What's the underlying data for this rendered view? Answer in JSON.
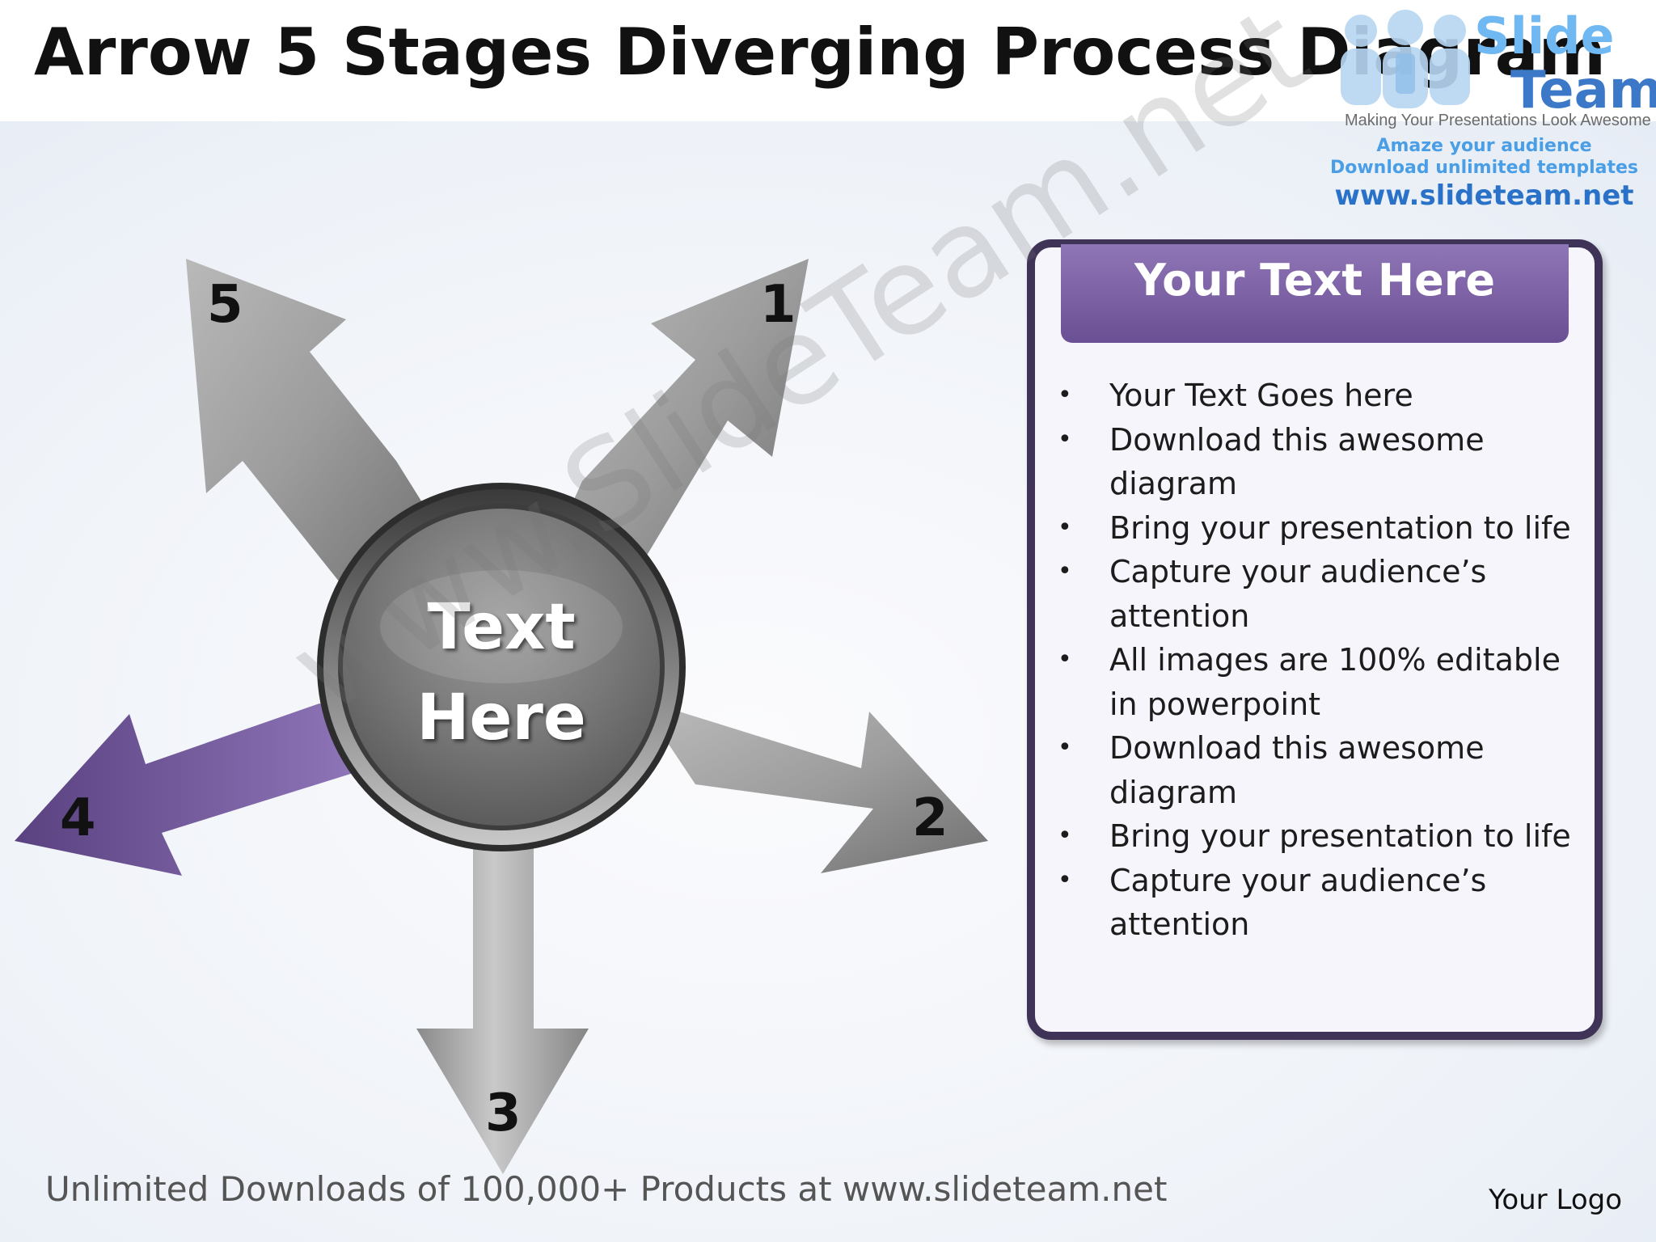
{
  "title": "Arrow 5 Stages Diverging Process Diagram",
  "logo": {
    "brand_first": "Slide",
    "brand_second": "Team",
    "tagline": "Making Your Presentations Look Awesome",
    "line1": "Amaze your audience",
    "line2": "Download unlimited templates",
    "url": "www.slideteam.net"
  },
  "diagram": {
    "center_label_line1": "Text",
    "center_label_line2": "Here",
    "stages": [
      "1",
      "2",
      "3",
      "4",
      "5"
    ],
    "colors": {
      "arrow_gray": "#8a8a8a",
      "arrow_purple": "#6f5595",
      "center_dark": "#6e6e6e"
    }
  },
  "panel": {
    "header": "Your Text Here",
    "bullets": [
      "Your Text Goes here",
      "Download this awesome diagram",
      "Bring your presentation to life",
      "Capture your audience’s attention",
      "All images are 100% editable in powerpoint",
      "Download this awesome diagram",
      "Bring your presentation to life",
      "Capture your audience’s attention"
    ],
    "bullet_lines": [
      [
        "Your Text Goes here"
      ],
      [
        "Download this awesome",
        "diagram"
      ],
      [
        "Bring your presentation to life"
      ],
      [
        "Capture your audience’s",
        "attention"
      ],
      [
        "All images are 100% editable",
        "in powerpoint"
      ],
      [
        "Download this awesome",
        "diagram"
      ],
      [
        "Bring your presentation to life"
      ],
      [
        "Capture your audience’s",
        "attention"
      ]
    ]
  },
  "watermark": "www.SlideTeam.net",
  "footer": "Unlimited Downloads of 100,000+ Products at www.slideteam.net",
  "your_logo": "Your Logo"
}
